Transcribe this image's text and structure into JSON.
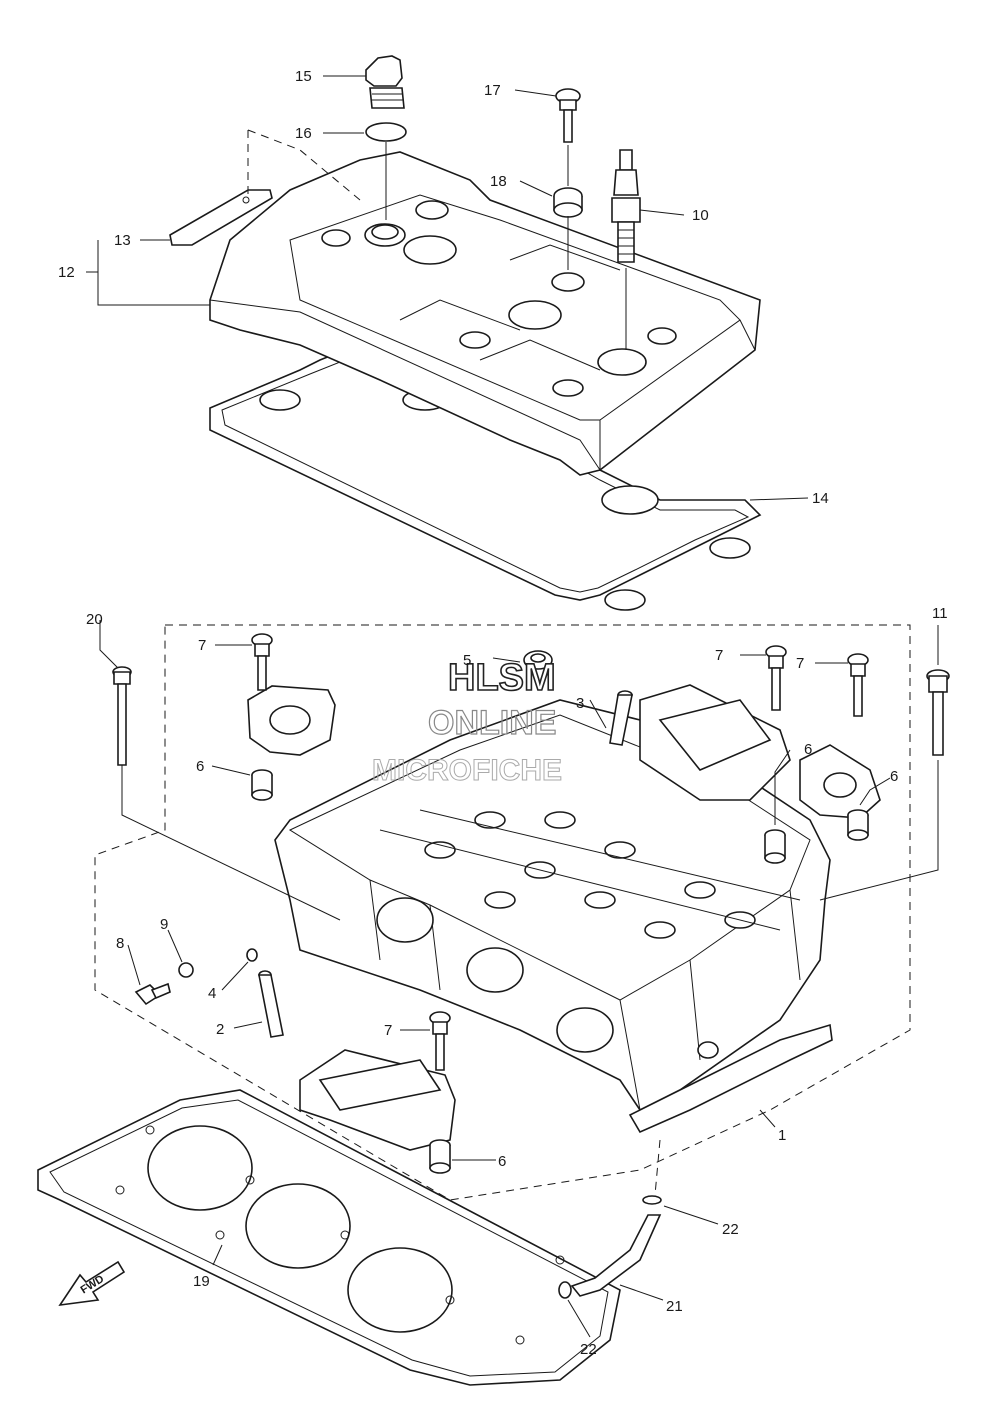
{
  "watermark": {
    "line1": "HLSM",
    "line2": "ONLINE",
    "line3": "MICROFICHE"
  },
  "fwd_label": "FWD",
  "callouts": {
    "c1": "1",
    "c2": "2",
    "c3": "3",
    "c4": "4",
    "c5": "5",
    "c6a": "6",
    "c6b": "6",
    "c6c": "6",
    "c6d": "6",
    "c7a": "7",
    "c7b": "7",
    "c7c": "7",
    "c7d": "7",
    "c8": "8",
    "c9": "9",
    "c10": "10",
    "c11": "11",
    "c12": "12",
    "c13": "13",
    "c14": "14",
    "c15": "15",
    "c16": "16",
    "c17": "17",
    "c18": "18",
    "c19": "19",
    "c20": "20",
    "c21": "21",
    "c22a": "22",
    "c22b": "22"
  }
}
